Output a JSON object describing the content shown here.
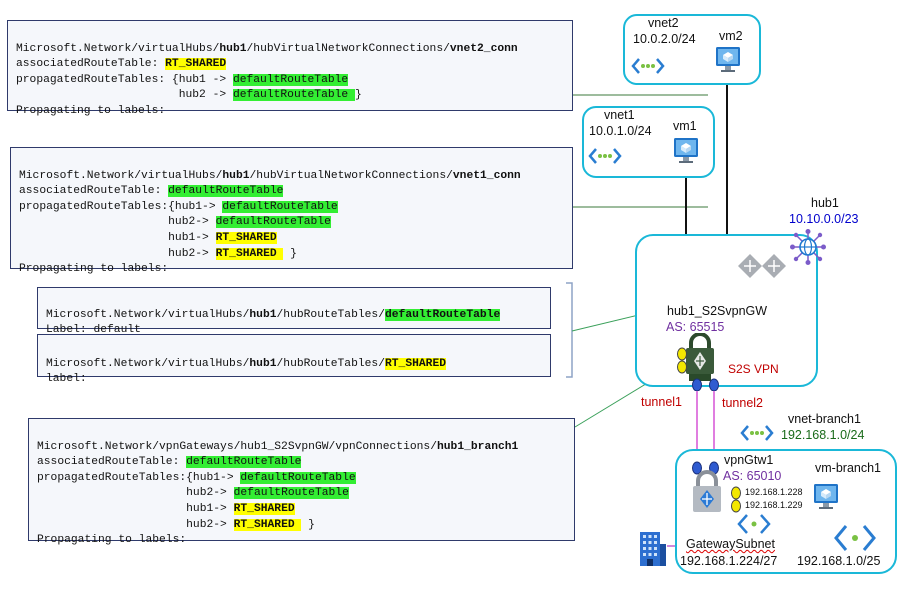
{
  "vnet2_conn": {
    "l1_pre": "Microsoft.Network/virtualHubs/",
    "l1_hub": "hub1",
    "l1_mid": "/hubVirtualNetworkConnections/",
    "l1_name": "vnet2_conn",
    "l2_pre": "associatedRouteTable: ",
    "l2_val": "RT_SHARED",
    "l3_pre": "propagatedRouteTables: {hub1 -> ",
    "l3_val": "defaultRouteTable",
    "l4_pre": "                        hub2 -> ",
    "l4_val": "defaultRouteTable ",
    "l4_post": "}",
    "l5": "Propagating to labels:"
  },
  "vnet1_conn": {
    "l1_pre": "Microsoft.Network/virtualHubs/",
    "l1_hub": "hub1",
    "l1_mid": "/hubVirtualNetworkConnections/",
    "l1_name": "vnet1_conn",
    "l2_pre": "associatedRouteTable: ",
    "l2_val": "defaultRouteTable",
    "l3_pre": "propagatedRouteTables:{hub1-> ",
    "l3_val": "defaultRouteTable",
    "l4_pre": "                      hub2-> ",
    "l4_val": "defaultRouteTable",
    "l5_pre": "                      hub1-> ",
    "l5_val": "RT_SHARED",
    "l6_pre": "                      hub2-> ",
    "l6_val": "RT_SHARED ",
    "l6_post": " }",
    "l7": "Propagating to labels:"
  },
  "default_rt": {
    "l1_pre": "Microsoft.Network/virtualHubs/",
    "l1_hub": "hub1",
    "l1_mid": "/hubRouteTables/",
    "l1_name": "defaultRouteTable",
    "l2": "Label: default"
  },
  "shared_rt": {
    "l1_pre": "Microsoft.Network/virtualHubs/",
    "l1_hub": "hub1",
    "l1_mid": "/hubRouteTables/",
    "l1_name": "RT_SHARED",
    "l2": "label:"
  },
  "branch1_conn": {
    "l1_pre": "Microsoft.Network/vpnGateways/hub1_S2SvpnGW/vpnConnections/",
    "l1_name": "hub1_branch1",
    "l2_pre": "associatedRouteTable: ",
    "l2_val": "defaultRouteTable",
    "l3_pre": "propagatedRouteTables:{hub1-> ",
    "l3_val": "defaultRouteTable",
    "l4_pre": "                      hub2-> ",
    "l4_val": "defaultRouteTable",
    "l5_pre": "                      hub1-> ",
    "l5_val": "RT_SHARED",
    "l6_pre": "                      hub2-> ",
    "l6_val": "RT_SHARED ",
    "l6_post": " }",
    "l7": "Propagating to labels:"
  },
  "vnet2": {
    "name": "vnet2",
    "prefix": "10.0.2.0/24",
    "vm": "vm2"
  },
  "vnet1": {
    "name": "vnet1",
    "prefix": "10.0.1.0/24",
    "vm": "vm1"
  },
  "hub1": {
    "name": "hub1",
    "prefix": "10.10.0.0/23",
    "gw": "hub1_S2SvpnGW",
    "as": "AS: 65515",
    "s2s": "S2S VPN"
  },
  "tunnels": {
    "t1": "tunnel1",
    "t2": "tunnel2"
  },
  "branch": {
    "vnet": "vnet-branch1",
    "vnet_prefix": "192.168.1.0/24",
    "gw": "vpnGtw1",
    "as": "AS: 65010",
    "ip1": "192.168.1.228",
    "ip2": "192.168.1.229",
    "vm": "vm-branch1",
    "subnet": "GatewaySubnet",
    "subnet_prefix": "192.168.1.224/27",
    "vm_prefix": "192.168.1.0/25"
  },
  "colors": {
    "cloud_border": "#1ab8d8",
    "highlight_yellow": "#ffff00",
    "highlight_green": "#33ee33",
    "tunnel": "#e07ee0"
  },
  "icons": [
    "vnet-icon",
    "vm-icon",
    "hub-globe-icon",
    "router-icon",
    "vpn-gateway-lock-icon",
    "building-icon"
  ]
}
